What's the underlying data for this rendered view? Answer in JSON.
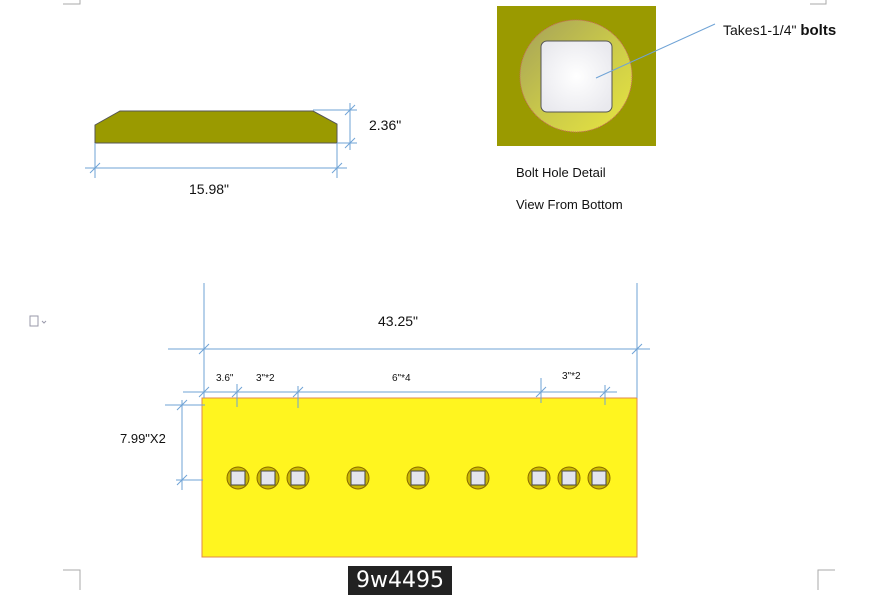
{
  "side_view": {
    "height_label": "2.36\"",
    "length_label": "15.98\""
  },
  "bolt_detail": {
    "callout": "Takes1-1/4\"",
    "callout_bold": "bolts",
    "title": "Bolt Hole Detail",
    "subtitle": "View From Bottom"
  },
  "top_view": {
    "overall_length": "43.25\"",
    "width_label": "7.99\"X2",
    "spacing_labels": [
      "3.6\"",
      "3\"*2",
      "6\"*4",
      "3\"*2"
    ],
    "hole_count": 9
  },
  "part_number": "9w4495",
  "colors": {
    "blade": "#fff51f",
    "side": "#9a9a00",
    "dim_line": "#6fa3d6"
  }
}
